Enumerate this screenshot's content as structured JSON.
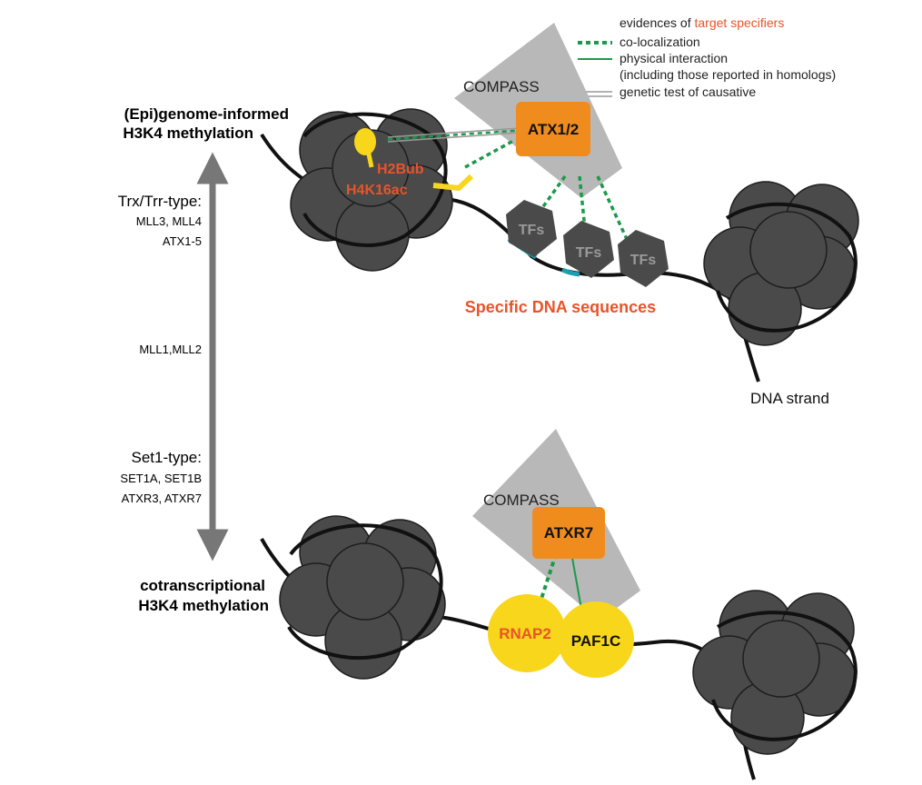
{
  "axis": {
    "top_label_line1": "(Epi)genome-informed",
    "top_label_line2": "H3K4 methylation",
    "bottom_label_line1": "cotranscriptional",
    "bottom_label_line2": "H3K4 methylation",
    "group_trx_title": "Trx/Trr-type:",
    "group_trx_line1": "MLL3, MLL4",
    "group_trx_line2": "ATX1-5",
    "group_mll": "MLL1,MLL2",
    "group_set1_title": "Set1-type:",
    "group_set1_line1": "SET1A, SET1B",
    "group_set1_line2": "ATXR3, ATXR7"
  },
  "legend": {
    "title_prefix": "evidences of ",
    "title_highlight": "target specifiers",
    "items": [
      {
        "style": "dotted-green",
        "label": "co-localization"
      },
      {
        "style": "solid-green",
        "label": "physical interaction"
      },
      {
        "style": "none",
        "label": "(including those reported in homologs)"
      },
      {
        "style": "double-gray",
        "label": "genetic test of causative"
      }
    ]
  },
  "top_panel": {
    "complex_label": "COMPASS",
    "enzyme": "ATX1/2",
    "marks": [
      "H2Bub",
      "H4K16ac"
    ],
    "tfs": [
      "TFs",
      "TFs",
      "TFs"
    ],
    "dna_label": "Specific DNA sequences",
    "strand_label": "DNA strand"
  },
  "bottom_panel": {
    "complex_label": "COMPASS",
    "enzyme": "ATXR7",
    "partners": [
      "RNAP2",
      "PAF1C"
    ]
  },
  "colors": {
    "orange_box": "#f08c1e",
    "orange_text": "#e8542a",
    "green": "#1a9a4a",
    "teal": "#1a9fb0",
    "yellow": "#f7d61c",
    "nucleosome": "#4a4a4a",
    "compass": "#b8b8b8",
    "arrow": "#777777"
  }
}
